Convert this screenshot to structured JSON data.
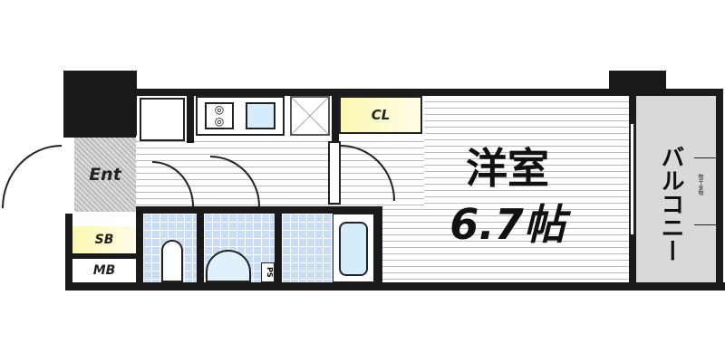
{
  "rooms": {
    "entrance": "Ent",
    "shoe_box": "SB",
    "meter_box": "MB",
    "closet": "CL",
    "pipe_space": "PS",
    "western_room": "洋室",
    "room_size": "6.7帖",
    "balcony": "バルコニー",
    "drying_hardware": "物干金物"
  },
  "colors": {
    "storage": "#fbf7b0",
    "wet_area": "#c9dcf5",
    "balcony": "#d9d9d9",
    "wall": "#1a1a1a"
  }
}
